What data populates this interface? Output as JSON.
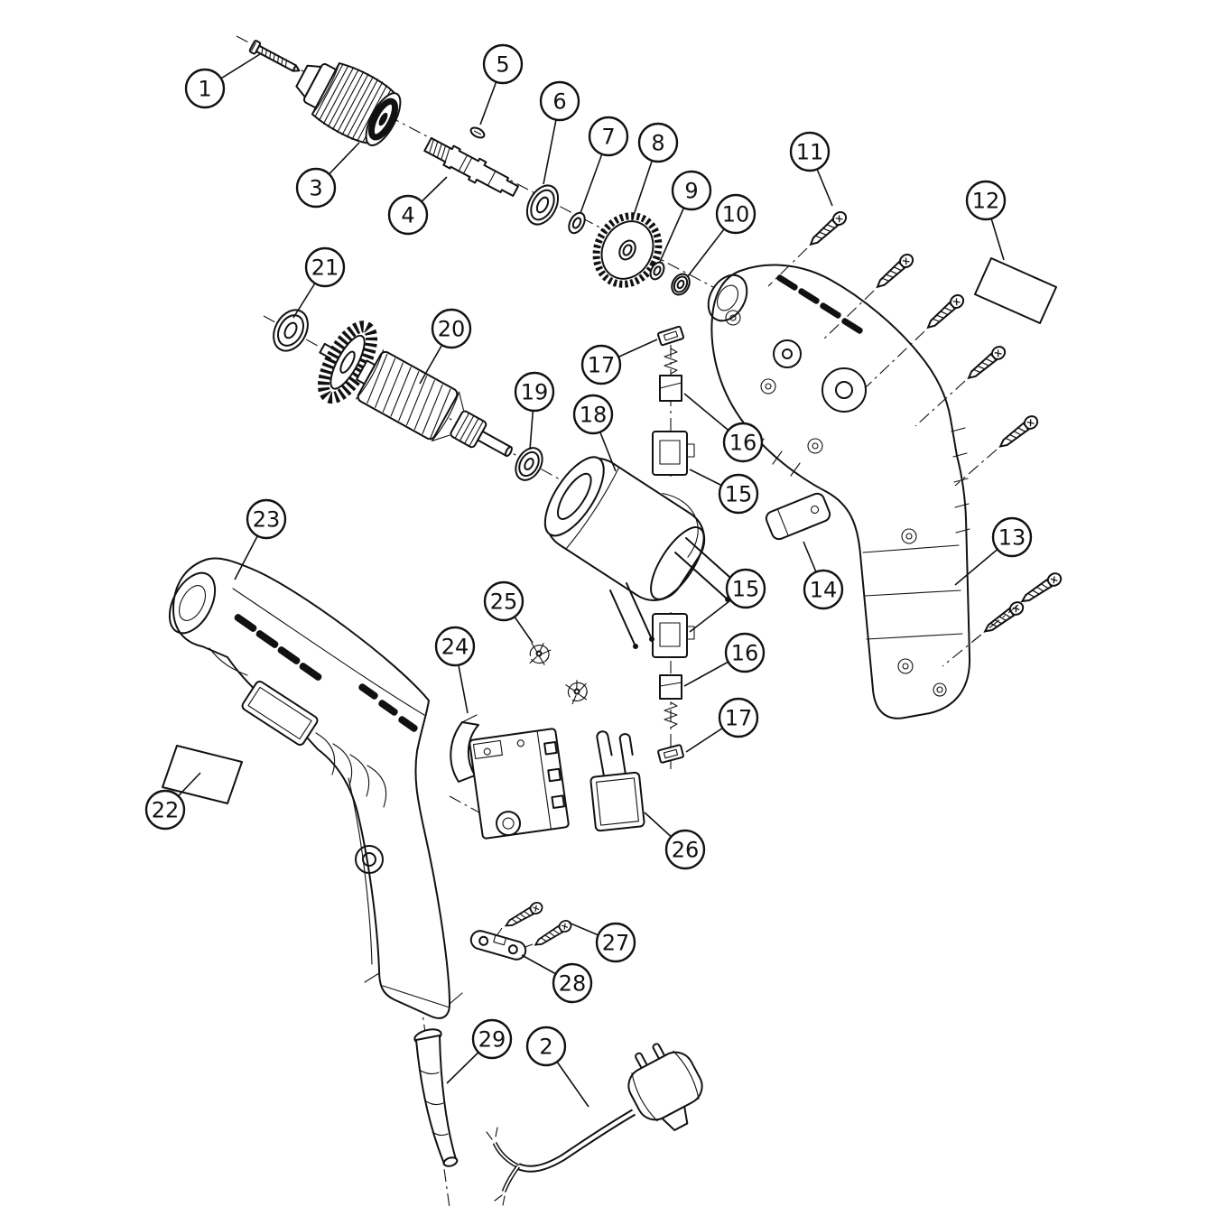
{
  "figure": {
    "colors": {
      "ink": "#111111",
      "paper": "#ffffff"
    },
    "callouts": {
      "n1": "1",
      "n2": "2",
      "n3": "3",
      "n4": "4",
      "n5": "5",
      "n6": "6",
      "n7": "7",
      "n8": "8",
      "n9": "9",
      "n10": "10",
      "n11": "11",
      "n12": "12",
      "n13": "13",
      "n14": "14",
      "n15a": "15",
      "n15b": "15",
      "n16a": "16",
      "n16b": "16",
      "n17a": "17",
      "n17b": "17",
      "n18": "18",
      "n19": "19",
      "n20": "20",
      "n21": "21",
      "n22": "22",
      "n23": "23",
      "n24": "24",
      "n25": "25",
      "n26": "26",
      "n27": "27",
      "n28": "28",
      "n29": "29"
    }
  }
}
